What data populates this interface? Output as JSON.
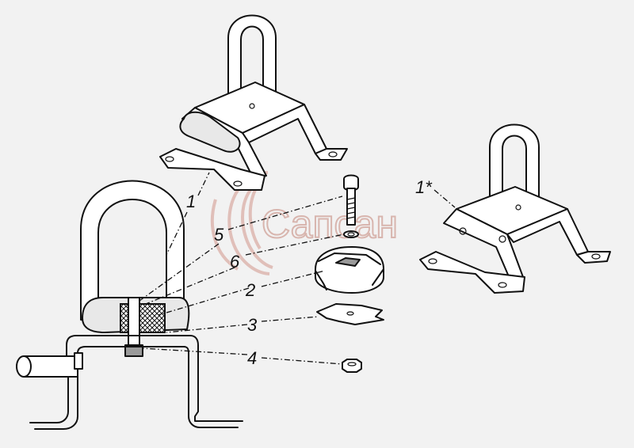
{
  "watermark": {
    "text": "Сапсан",
    "color": "#d2a79e"
  },
  "callouts": {
    "part_1": "1",
    "part_1_alt": "1*",
    "part_2": "2",
    "part_3": "3",
    "part_4": "4",
    "part_5": "5",
    "part_6": "6"
  }
}
